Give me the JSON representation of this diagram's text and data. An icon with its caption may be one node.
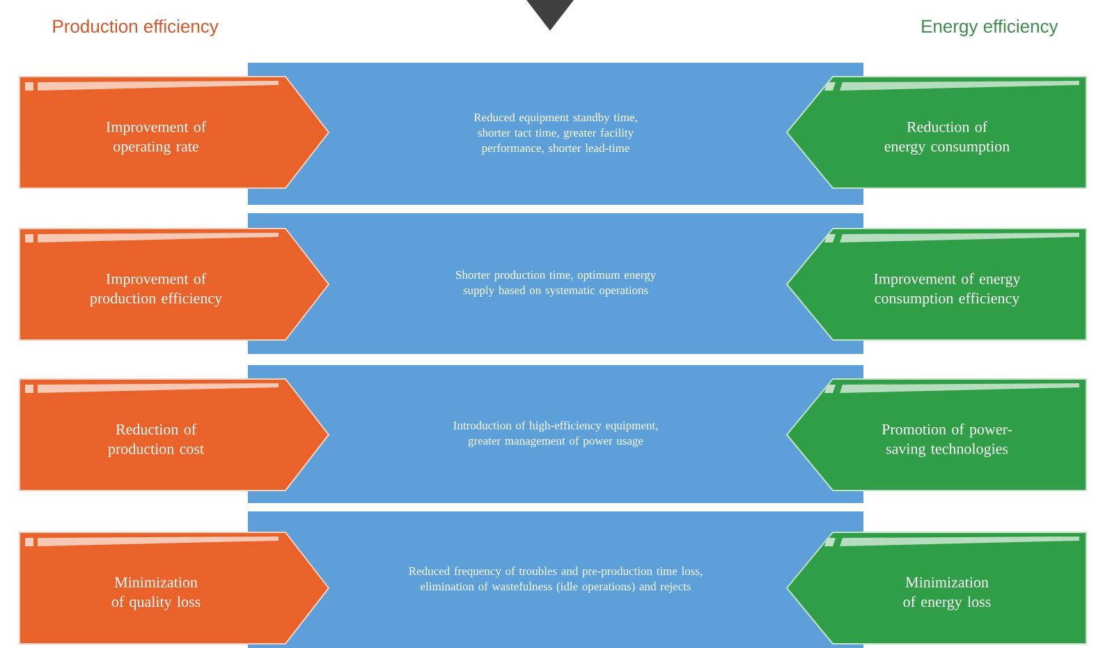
{
  "diagram": {
    "nodes": [
      {
        "text": [
          "Improvement of operating rate"
        ]
      },
      {
        "text": [
          "Reduced equipment standby time, shorter tact time, greater facility performance, shorter lead-time"
        ]
      },
      {
        "text": [
          "Reduction of energy consumption"
        ]
      },
      {
        "text": [
          "Improvement of production efficiency"
        ]
      },
      {
        "text": [
          "Shorter production time, optimum energy supply based on systematic operations"
        ]
      },
      {
        "text": [
          "Improvement of energy consumption efficiency"
        ]
      },
      {
        "text": [
          "Reduction of production cost"
        ]
      },
      {
        "text": [
          "Introduction of high-efficiency equipment, greater management of power usage"
        ]
      },
      {
        "text": [
          "Promotion of power-saving technologies"
        ]
      },
      {
        "text": [
          "Minimization of quality loss"
        ]
      },
      {
        "text": [
          "Reduced frequency of troubles and pre-production time loss, elimination of wastefulness (idle operations) and rejects"
        ]
      },
      {
        "text": [
          "Minimization of energy loss"
        ]
      }
    ],
    "labels": [
      "Production efficiency",
      "Energy efficiency"
    ]
  }
}
